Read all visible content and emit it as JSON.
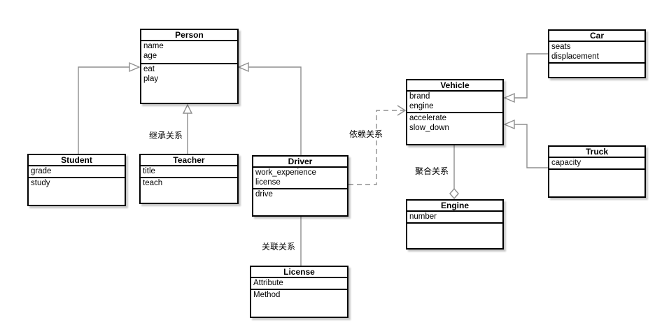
{
  "classes": {
    "person": {
      "name": "Person",
      "attributes": [
        "name",
        "age"
      ],
      "methods": [
        "eat",
        "play"
      ]
    },
    "student": {
      "name": "Student",
      "attributes": [
        "grade"
      ],
      "methods": [
        "study"
      ]
    },
    "teacher": {
      "name": "Teacher",
      "attributes": [
        "title"
      ],
      "methods": [
        "teach"
      ]
    },
    "driver": {
      "name": "Driver",
      "attributes": [
        "work_experience",
        "license"
      ],
      "methods": [
        "drive"
      ]
    },
    "license": {
      "name": "License",
      "attributes": [
        "Attribute"
      ],
      "methods": [
        "Method"
      ]
    },
    "vehicle": {
      "name": "Vehicle",
      "attributes": [
        "brand",
        "engine"
      ],
      "methods": [
        "accelerate",
        "slow_down"
      ]
    },
    "car": {
      "name": "Car",
      "attributes": [
        "seats",
        "displacement"
      ],
      "methods": []
    },
    "truck": {
      "name": "Truck",
      "attributes": [
        "capacity"
      ],
      "methods": []
    },
    "engine": {
      "name": "Engine",
      "attributes": [
        "number"
      ],
      "methods": []
    }
  },
  "relationship_labels": {
    "inheritance": "继承关系",
    "dependency": "依赖关系",
    "association": "关联关系",
    "aggregation": "聚合关系"
  },
  "colors": {
    "connector": "#8f8f8f",
    "box_border": "#000000",
    "box_fill": "#ffffff",
    "text": "#000000",
    "background": "#ffffff"
  }
}
